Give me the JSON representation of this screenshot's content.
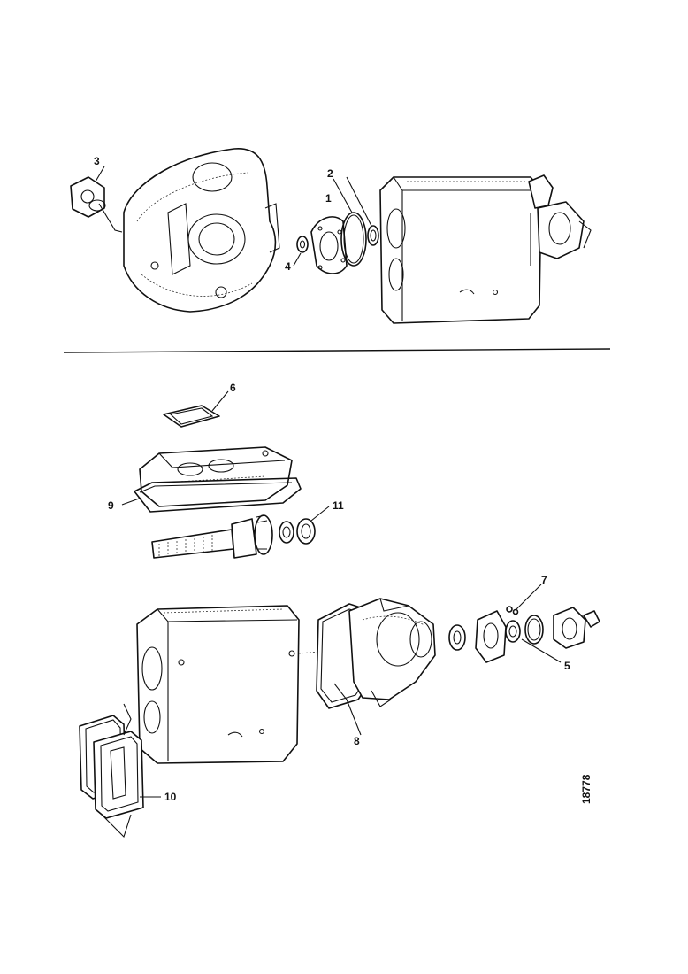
{
  "callouts": {
    "c1": "1",
    "c2": "2",
    "c3": "3",
    "c4": "4",
    "c5": "5",
    "c6": "6",
    "c7": "7",
    "c8": "8",
    "c9": "9",
    "c10": "10",
    "c11": "11"
  },
  "figure_ref": "18778",
  "colors": {
    "ink": "#111111",
    "paper": "#ffffff"
  }
}
